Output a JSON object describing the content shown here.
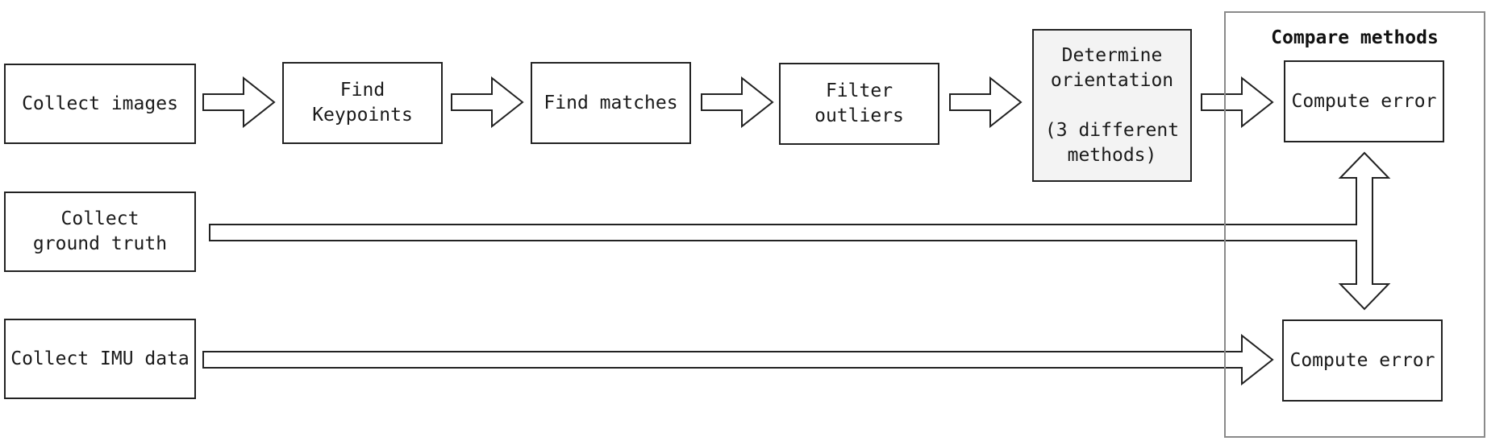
{
  "group": {
    "title": "Compare methods"
  },
  "nodes": {
    "collect_images": "Collect images",
    "find_keypoints": "Find\nKeypoints",
    "find_matches": "Find matches",
    "filter_outliers": "Filter\noutliers",
    "determine_orientation": "Determine\norientation\n\n(3 different\nmethods)",
    "compute_error_top": "Compute error",
    "collect_ground_truth": "Collect\nground truth",
    "collect_imu": "Collect IMU data",
    "compute_error_bottom": "Compute error"
  },
  "edges": [
    {
      "from": "collect_images",
      "to": "find_keypoints"
    },
    {
      "from": "find_keypoints",
      "to": "find_matches"
    },
    {
      "from": "find_matches",
      "to": "filter_outliers"
    },
    {
      "from": "filter_outliers",
      "to": "determine_orientation"
    },
    {
      "from": "determine_orientation",
      "to": "compute_error_top"
    },
    {
      "from": "collect_ground_truth",
      "to": [
        "compute_error_top",
        "compute_error_bottom"
      ]
    },
    {
      "from": "collect_imu",
      "to": "compute_error_bottom"
    }
  ],
  "colors": {
    "stroke": "#222222",
    "group_border": "#8a8a8a",
    "shaded_fill": "#f3f3f3"
  }
}
